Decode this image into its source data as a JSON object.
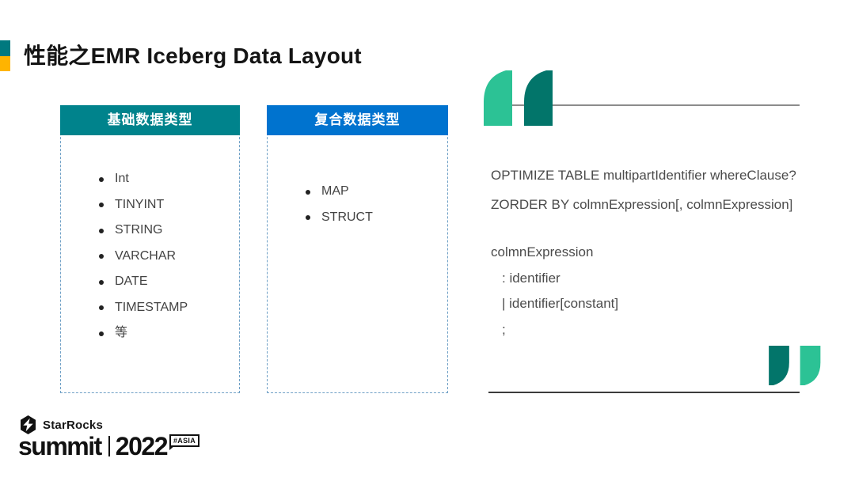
{
  "slide": {
    "title": "性能之EMR Iceberg Data Layout"
  },
  "colors": {
    "marker_top": "#00797F",
    "marker_bottom": "#FFB400",
    "box_basic_header_bg": "#00838C",
    "box_complex_header_bg": "#0073CF",
    "box_border": "#6FA0C6",
    "quote_mark_light": "#2CC295",
    "quote_mark_dark": "#02756A",
    "quote_text": "#4B4B4B"
  },
  "boxes": [
    {
      "header": "基础数据类型",
      "items": [
        "Int",
        "TINYINT",
        "STRING",
        "VARCHAR",
        "DATE",
        "TIMESTAMP",
        "等"
      ]
    },
    {
      "header": "复合数据类型",
      "items": [
        "MAP",
        "STRUCT"
      ]
    }
  ],
  "quote": {
    "group1": [
      "OPTIMIZE TABLE multipartIdentifier whereClause?",
      "ZORDER BY colmnExpression[, colmnExpression]"
    ],
    "group2": [
      "colmnExpression",
      ": identifier",
      "| identifier[constant]",
      ";"
    ]
  },
  "footer": {
    "brand": "StarRocks",
    "event": "summit",
    "year": "2022",
    "tag": "#ASIA"
  }
}
